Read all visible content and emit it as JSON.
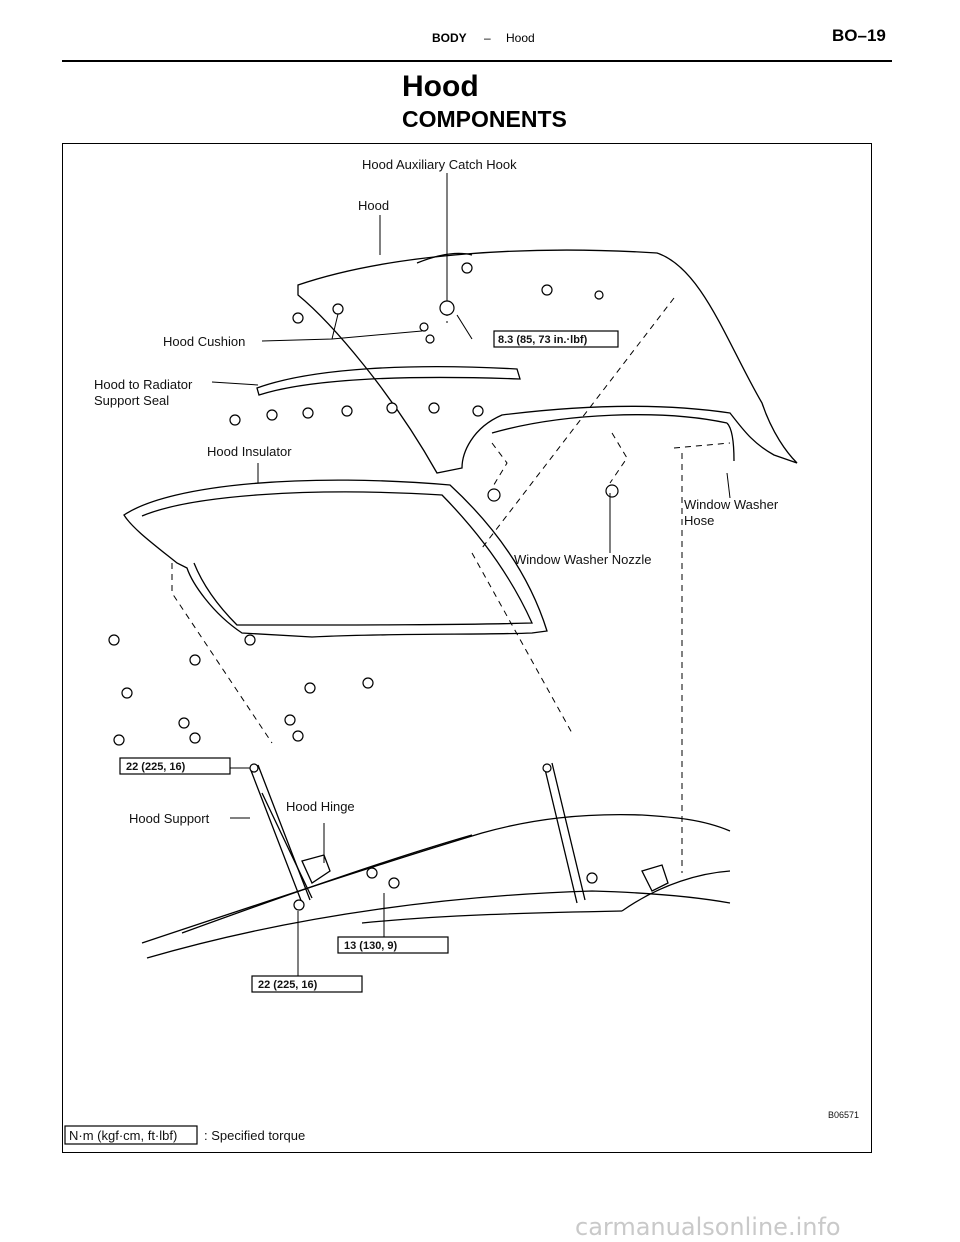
{
  "header": {
    "section": "BODY",
    "separator": "–",
    "topic": "Hood",
    "page": "BO–19"
  },
  "title": "Hood",
  "subtitle": "COMPONENTS",
  "labels": {
    "catch_hook": "Hood Auxiliary Catch Hook",
    "hood": "Hood",
    "hood_cushion": "Hood Cushion",
    "seal_line1": "Hood to Radiator",
    "seal_line2": "Support Seal",
    "insulator": "Hood Insulator",
    "washer_hose_line1": "Window Washer",
    "washer_hose_line2": "Hose",
    "washer_nozzle": "Window Washer Nozzle",
    "hood_support": "Hood Support",
    "hood_hinge": "Hood Hinge"
  },
  "torques": {
    "catch_hook": "8.3 (85, 73 in.·lbf)",
    "support_upper": "22 (225, 16)",
    "hinge": "13 (130, 9)",
    "support_lower": "22 (225, 16)"
  },
  "figure_code": "B06571",
  "legend": {
    "unit": "N·m (kgf·cm, ft·lbf)",
    "text": ": Specified torque"
  },
  "watermark": "carmanualsonline.info"
}
